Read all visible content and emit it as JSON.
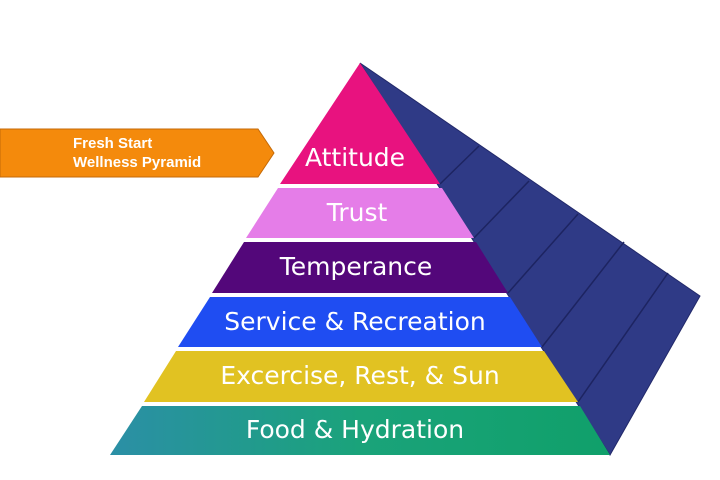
{
  "banner": {
    "line1": "Fresh Start",
    "line2": "Wellness Pyramid",
    "color": "#f48a0c"
  },
  "pyramid": {
    "side_color": "#2f3a86",
    "layers": [
      {
        "label": "Attitude",
        "color": "#e8127f"
      },
      {
        "label": "Trust",
        "color": "#e57de8"
      },
      {
        "label": "Temperance",
        "color": "#53077a"
      },
      {
        "label": "Service & Recreation",
        "color": "#1f4df2"
      },
      {
        "label": "Excercise, Rest, & Sun",
        "color": "#e1c222"
      },
      {
        "label": "Food & Hydration",
        "color": "#19a07a"
      }
    ]
  }
}
